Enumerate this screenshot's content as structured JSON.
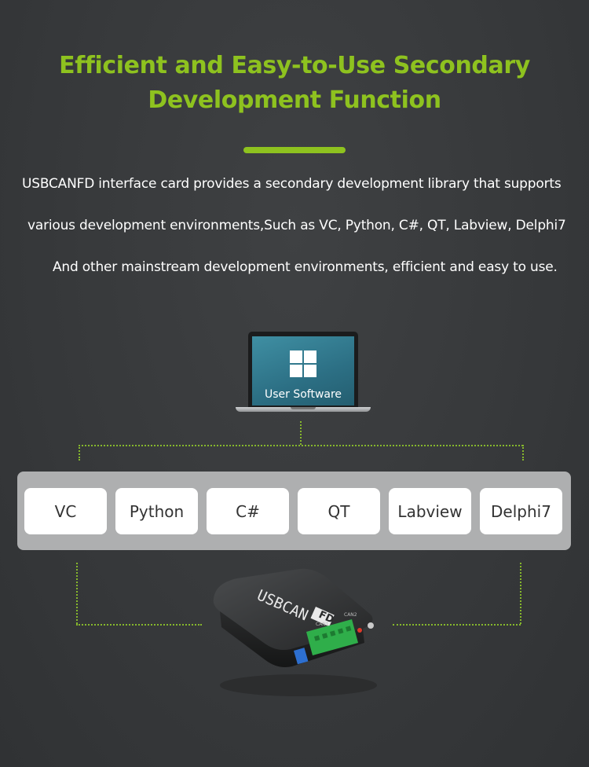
{
  "heading": {
    "line1": "Efficient and Easy-to-Use Secondary",
    "line2": "Development Function"
  },
  "description": {
    "line1": "USBCANFD interface card provides a secondary development library that supports",
    "line2": "various development environments,Such as VC, Python, C#, QT, Labview, Delphi7",
    "line3": "And other mainstream development environments, efficient and easy to use."
  },
  "laptop": {
    "screen_label": "User Software",
    "icon": "windows-logo-icon"
  },
  "environments": [
    {
      "label": "VC"
    },
    {
      "label": "Python"
    },
    {
      "label": "C#"
    },
    {
      "label": "QT"
    },
    {
      "label": "Labview"
    },
    {
      "label": "Delphi7"
    }
  ],
  "device": {
    "brand": "USBCAN",
    "brand_suffix": "FD",
    "port1": "CAN1",
    "port2": "CAN2"
  },
  "colors": {
    "accent": "#8ec21f",
    "background": "#3a3c3e",
    "panel": "#aeafb0"
  }
}
